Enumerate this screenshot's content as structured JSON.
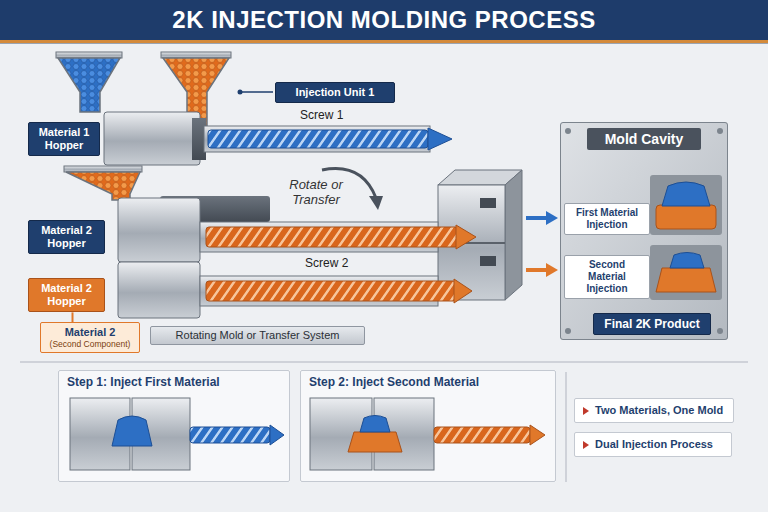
{
  "diagram": {
    "title": "2K INJECTION MOLDING PROCESS",
    "nodes": [
      {
        "text": [
          "Injection Unit 1"
        ]
      },
      {
        "text": [
          "Material 1 Hopper"
        ]
      },
      {
        "text": [
          "Material 2 Hopper"
        ]
      },
      {
        "text": [
          "Material 2 Hopper"
        ]
      },
      {
        "text": [
          "Material 2",
          "(Second Component)"
        ]
      },
      {
        "text": [
          "Rotating Mold or Transfer System"
        ]
      },
      {
        "text": [
          "Mold Cavity"
        ]
      },
      {
        "text": [
          "First Material Injection"
        ],
        "in": 6
      },
      {
        "text": [
          "Second Material Injection"
        ],
        "in": 6
      },
      {
        "text": [
          "Final 2K Product"
        ],
        "in": 6
      },
      {
        "text": [
          "Step 1: Inject First Material"
        ]
      },
      {
        "text": [
          "Step 2: Inject Second Material"
        ]
      },
      {
        "text": [
          "Two Materials, One Mold"
        ]
      },
      {
        "text": [
          "Dual Injection Process"
        ]
      }
    ],
    "edges": [
      {
        "from": 3,
        "to": 4,
        "arrow": "none"
      }
    ],
    "labels": [
      "Screw 1",
      "Rotate or Transfer",
      "Screw 2"
    ]
  }
}
